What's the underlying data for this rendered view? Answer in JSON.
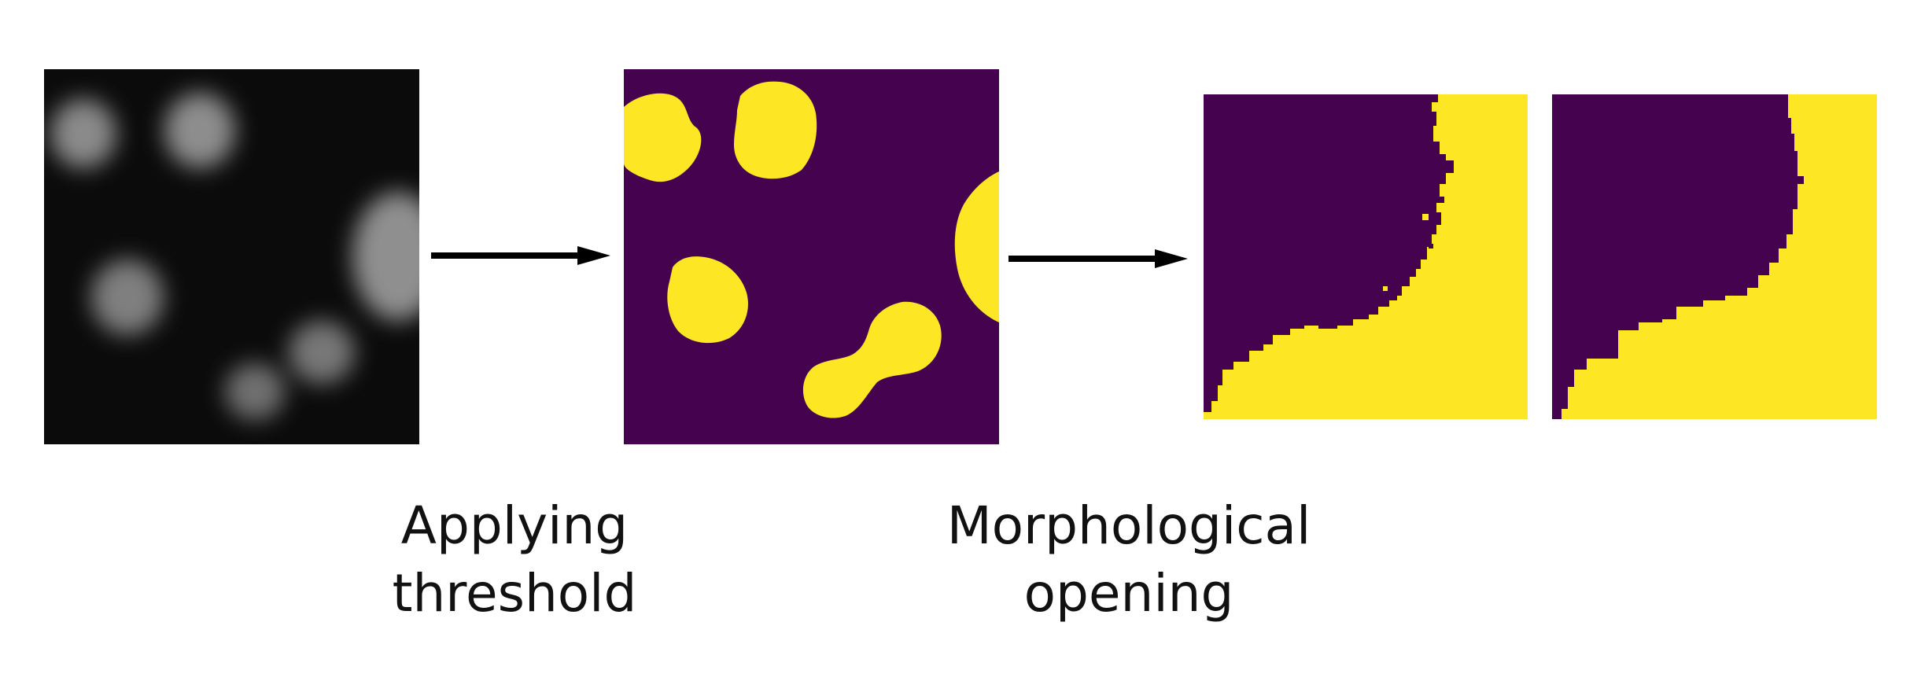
{
  "colors": {
    "background": "#ffffff",
    "fluorescence_bg": "#0b0b0b",
    "mask_bg": "#45024f",
    "mask_fg": "#fde725",
    "arrow": "#000000",
    "text": "#111111"
  },
  "steps": [
    {
      "line1": "Applying",
      "line2": "threshold"
    },
    {
      "line1": "Morphological",
      "line2": "opening"
    }
  ],
  "panels": {
    "raw": "grayscale-fluorescence-image",
    "threshold": "binary-threshold-mask",
    "before_opening": "zoomed-edge-before-opening",
    "after_opening": "zoomed-edge-after-opening"
  }
}
